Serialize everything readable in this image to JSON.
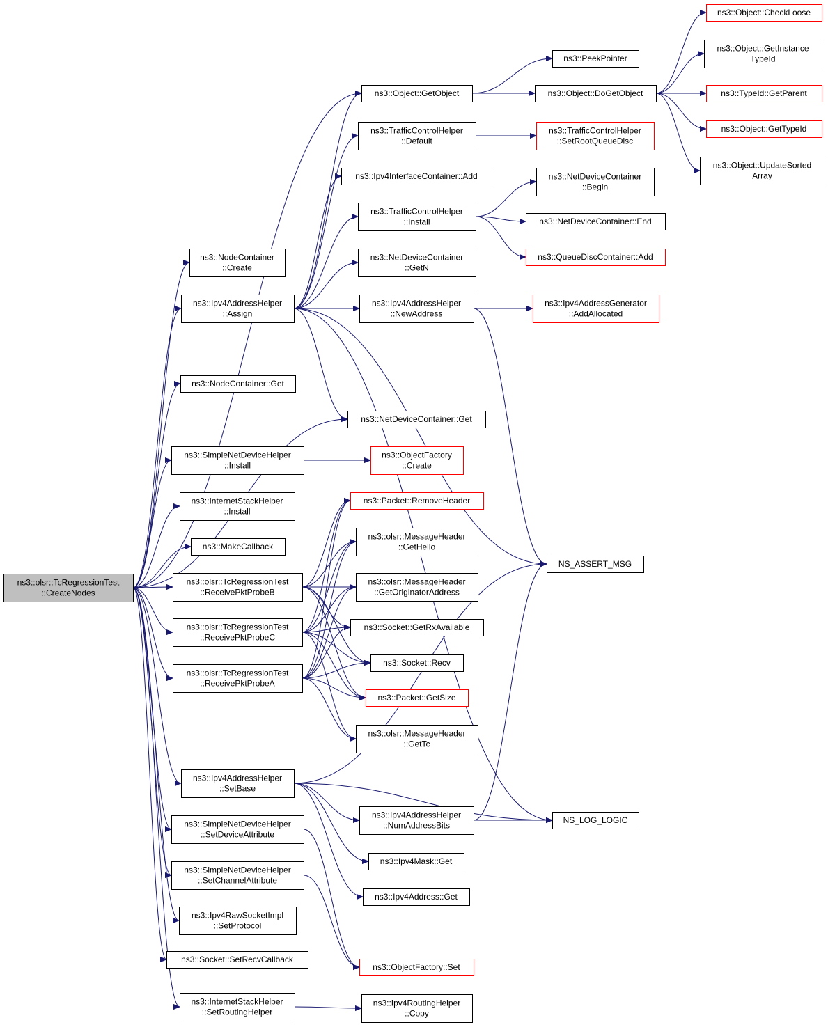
{
  "nodes": [
    {
      "id": "root",
      "lines": [
        "ns3::olsr::TcRegressionTest",
        "::CreateNodes"
      ],
      "style": "root"
    },
    {
      "id": "getobject",
      "lines": [
        "ns3::Object::GetObject"
      ]
    },
    {
      "id": "peekpointer",
      "lines": [
        "ns3::PeekPointer"
      ]
    },
    {
      "id": "dogetobject",
      "lines": [
        "ns3::Object::DoGetObject"
      ]
    },
    {
      "id": "checkloose",
      "lines": [
        "ns3::Object::CheckLoose"
      ],
      "style": "red"
    },
    {
      "id": "getinstancetypeid",
      "lines": [
        "ns3::Object::GetInstance",
        "TypeId"
      ]
    },
    {
      "id": "getparent",
      "lines": [
        "ns3::TypeId::GetParent"
      ],
      "style": "red"
    },
    {
      "id": "gettypeid",
      "lines": [
        "ns3::Object::GetTypeId"
      ],
      "style": "red"
    },
    {
      "id": "updatesortedarray",
      "lines": [
        "ns3::Object::UpdateSorted",
        "Array"
      ]
    },
    {
      "id": "tchdefault",
      "lines": [
        "ns3::TrafficControlHelper",
        "::Default"
      ]
    },
    {
      "id": "setrootqueuedisc",
      "lines": [
        "ns3::TrafficControlHelper",
        "::SetRootQueueDisc"
      ],
      "style": "red"
    },
    {
      "id": "ipv4icadd",
      "lines": [
        "ns3::Ipv4InterfaceContainer::Add"
      ]
    },
    {
      "id": "tchinstall",
      "lines": [
        "ns3::TrafficControlHelper",
        "::Install"
      ]
    },
    {
      "id": "ndcbegin",
      "lines": [
        "ns3::NetDeviceContainer",
        "::Begin"
      ]
    },
    {
      "id": "ndcend",
      "lines": [
        "ns3::NetDeviceContainer::End"
      ]
    },
    {
      "id": "qdcadd",
      "lines": [
        "ns3::QueueDiscContainer::Add"
      ],
      "style": "red"
    },
    {
      "id": "nodecreate",
      "lines": [
        "ns3::NodeContainer",
        "::Create"
      ]
    },
    {
      "id": "ndcgetn",
      "lines": [
        "ns3::NetDeviceContainer",
        "::GetN"
      ]
    },
    {
      "id": "assign",
      "lines": [
        "ns3::Ipv4AddressHelper",
        "::Assign"
      ]
    },
    {
      "id": "newaddress",
      "lines": [
        "ns3::Ipv4AddressHelper",
        "::NewAddress"
      ]
    },
    {
      "id": "addallocated",
      "lines": [
        "ns3::Ipv4AddressGenerator",
        "::AddAllocated"
      ],
      "style": "red"
    },
    {
      "id": "nodeget",
      "lines": [
        "ns3::NodeContainer::Get"
      ]
    },
    {
      "id": "ndcget",
      "lines": [
        "ns3::NetDeviceContainer::Get"
      ]
    },
    {
      "id": "sndhinstall",
      "lines": [
        "ns3::SimpleNetDeviceHelper",
        "::Install"
      ]
    },
    {
      "id": "ofcreate",
      "lines": [
        "ns3::ObjectFactory",
        "::Create"
      ],
      "style": "red"
    },
    {
      "id": "ishinstall",
      "lines": [
        "ns3::InternetStackHelper",
        "::Install"
      ]
    },
    {
      "id": "removeheader",
      "lines": [
        "ns3::Packet::RemoveHeader"
      ],
      "style": "red"
    },
    {
      "id": "makecallback",
      "lines": [
        "ns3::MakeCallback"
      ]
    },
    {
      "id": "gethello",
      "lines": [
        "ns3::olsr::MessageHeader",
        "::GetHello"
      ]
    },
    {
      "id": "assertmsg",
      "lines": [
        "NS_ASSERT_MSG"
      ]
    },
    {
      "id": "rpb",
      "lines": [
        "ns3::olsr::TcRegressionTest",
        "::ReceivePktProbeB"
      ]
    },
    {
      "id": "getorig",
      "lines": [
        "ns3::olsr::MessageHeader",
        "::GetOriginatorAddress"
      ]
    },
    {
      "id": "rpc",
      "lines": [
        "ns3::olsr::TcRegressionTest",
        "::ReceivePktProbeC"
      ]
    },
    {
      "id": "rxavail",
      "lines": [
        "ns3::Socket::GetRxAvailable"
      ]
    },
    {
      "id": "recv",
      "lines": [
        "ns3::Socket::Recv"
      ]
    },
    {
      "id": "rpa",
      "lines": [
        "ns3::olsr::TcRegressionTest",
        "::ReceivePktProbeA"
      ]
    },
    {
      "id": "getsize",
      "lines": [
        "ns3::Packet::GetSize"
      ],
      "style": "red"
    },
    {
      "id": "gettc",
      "lines": [
        "ns3::olsr::MessageHeader",
        "::GetTc"
      ]
    },
    {
      "id": "setbase",
      "lines": [
        "ns3::Ipv4AddressHelper",
        "::SetBase"
      ]
    },
    {
      "id": "numaddrbits",
      "lines": [
        "ns3::Ipv4AddressHelper",
        "::NumAddressBits"
      ]
    },
    {
      "id": "loglogic",
      "lines": [
        "NS_LOG_LOGIC"
      ]
    },
    {
      "id": "setdevattr",
      "lines": [
        "ns3::SimpleNetDeviceHelper",
        "::SetDeviceAttribute"
      ]
    },
    {
      "id": "maskget",
      "lines": [
        "ns3::Ipv4Mask::Get"
      ]
    },
    {
      "id": "setchanattr",
      "lines": [
        "ns3::SimpleNetDeviceHelper",
        "::SetChannelAttribute"
      ]
    },
    {
      "id": "addrget",
      "lines": [
        "ns3::Ipv4Address::Get"
      ]
    },
    {
      "id": "setprotocol",
      "lines": [
        "ns3::Ipv4RawSocketImpl",
        "::SetProtocol"
      ]
    },
    {
      "id": "setrecvcb",
      "lines": [
        "ns3::Socket::SetRecvCallback"
      ]
    },
    {
      "id": "ofset",
      "lines": [
        "ns3::ObjectFactory::Set"
      ],
      "style": "red"
    },
    {
      "id": "setrouting",
      "lines": [
        "ns3::InternetStackHelper",
        "::SetRoutingHelper"
      ]
    },
    {
      "id": "routingcopy",
      "lines": [
        "ns3::Ipv4RoutingHelper",
        "::Copy"
      ]
    }
  ],
  "edges": [
    [
      "root",
      "getobject"
    ],
    [
      "root",
      "nodecreate"
    ],
    [
      "root",
      "assign"
    ],
    [
      "root",
      "nodeget"
    ],
    [
      "root",
      "ndcget"
    ],
    [
      "root",
      "sndhinstall"
    ],
    [
      "root",
      "ishinstall"
    ],
    [
      "root",
      "makecallback"
    ],
    [
      "root",
      "rpb"
    ],
    [
      "root",
      "rpc"
    ],
    [
      "root",
      "rpa"
    ],
    [
      "root",
      "setbase"
    ],
    [
      "root",
      "setdevattr"
    ],
    [
      "root",
      "setchanattr"
    ],
    [
      "root",
      "setprotocol"
    ],
    [
      "root",
      "setrecvcb"
    ],
    [
      "root",
      "setrouting"
    ],
    [
      "getobject",
      "peekpointer"
    ],
    [
      "getobject",
      "dogetobject"
    ],
    [
      "dogetobject",
      "checkloose"
    ],
    [
      "dogetobject",
      "getinstancetypeid"
    ],
    [
      "dogetobject",
      "getparent"
    ],
    [
      "dogetobject",
      "gettypeid"
    ],
    [
      "dogetobject",
      "updatesortedarray"
    ],
    [
      "tchdefault",
      "setrootqueuedisc"
    ],
    [
      "tchinstall",
      "ndcbegin"
    ],
    [
      "tchinstall",
      "ndcend"
    ],
    [
      "tchinstall",
      "qdcadd"
    ],
    [
      "assign",
      "getobject"
    ],
    [
      "assign",
      "tchdefault"
    ],
    [
      "assign",
      "ipv4icadd"
    ],
    [
      "assign",
      "tchinstall"
    ],
    [
      "assign",
      "ndcgetn"
    ],
    [
      "assign",
      "newaddress"
    ],
    [
      "assign",
      "ndcget"
    ],
    [
      "assign",
      "assertmsg"
    ],
    [
      "assign",
      "loglogic"
    ],
    [
      "newaddress",
      "addallocated"
    ],
    [
      "newaddress",
      "assertmsg"
    ],
    [
      "sndhinstall",
      "ofcreate"
    ],
    [
      "rpb",
      "removeheader"
    ],
    [
      "rpb",
      "gethello"
    ],
    [
      "rpb",
      "getorig"
    ],
    [
      "rpb",
      "rxavail"
    ],
    [
      "rpb",
      "recv"
    ],
    [
      "rpb",
      "getsize"
    ],
    [
      "rpc",
      "removeheader"
    ],
    [
      "rpc",
      "gethello"
    ],
    [
      "rpc",
      "getorig"
    ],
    [
      "rpc",
      "rxavail"
    ],
    [
      "rpc",
      "recv"
    ],
    [
      "rpc",
      "getsize"
    ],
    [
      "rpc",
      "gettc"
    ],
    [
      "rpa",
      "removeheader"
    ],
    [
      "rpa",
      "gethello"
    ],
    [
      "rpa",
      "getorig"
    ],
    [
      "rpa",
      "rxavail"
    ],
    [
      "rpa",
      "recv"
    ],
    [
      "rpa",
      "getsize"
    ],
    [
      "rpa",
      "gettc"
    ],
    [
      "setbase",
      "assertmsg"
    ],
    [
      "setbase",
      "numaddrbits"
    ],
    [
      "setbase",
      "maskget"
    ],
    [
      "setbase",
      "addrget"
    ],
    [
      "setbase",
      "loglogic"
    ],
    [
      "numaddrbits",
      "loglogic"
    ],
    [
      "numaddrbits",
      "assertmsg"
    ],
    [
      "setdevattr",
      "ofset"
    ],
    [
      "setchanattr",
      "ofset"
    ],
    [
      "setrouting",
      "routingcopy"
    ]
  ],
  "colors": {
    "edge": "#191970",
    "node_border": "#000000",
    "missing_border": "#ff0000",
    "root_fill": "#bfbfbf",
    "background": "#ffffff"
  }
}
